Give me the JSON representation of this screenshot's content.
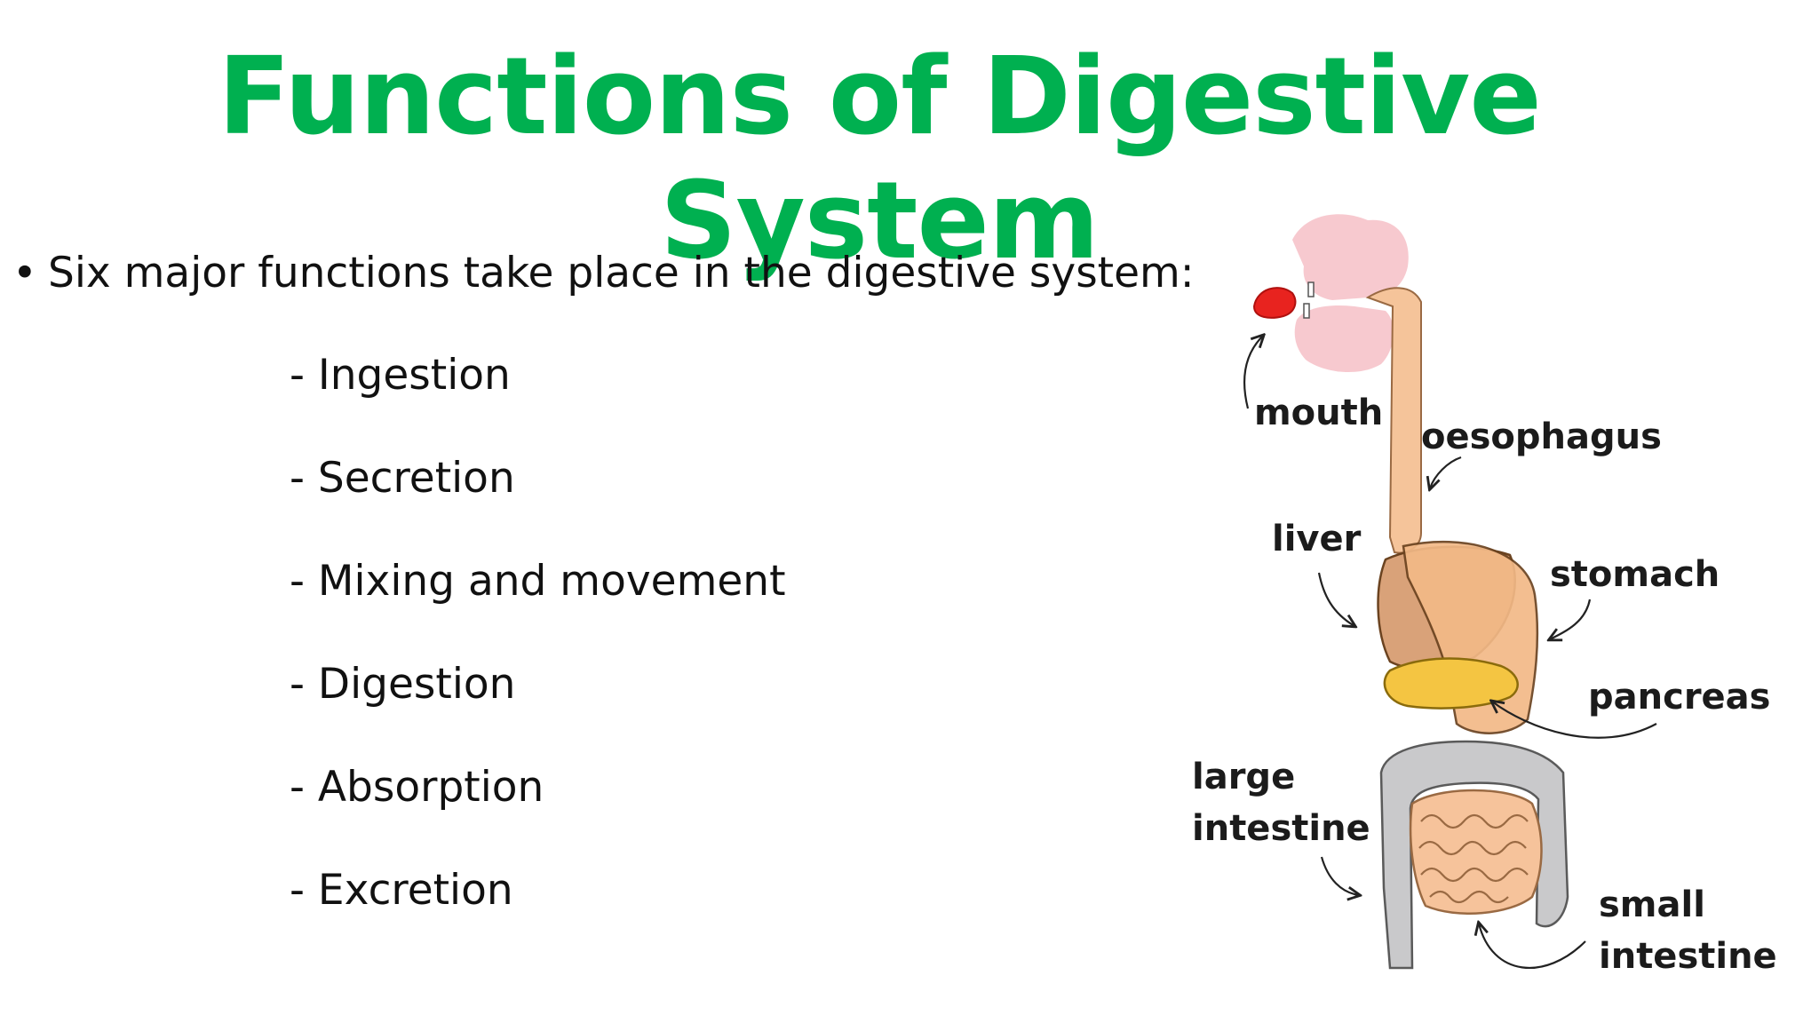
{
  "title": "Functions of Digestive System",
  "accent_color": "#00b050",
  "intro": "Six major functions take place in the digestive system:",
  "bullet_glyph": "•",
  "functions": [
    "- Ingestion",
    "- Secretion",
    "- Mixing and movement",
    "- Digestion",
    "- Absorption",
    "- Excretion"
  ],
  "diagram": {
    "labels": {
      "mouth": "mouth",
      "oesophagus": "oesophagus",
      "liver": "liver",
      "stomach": "stomach",
      "pancreas": "pancreas",
      "large_1": "large",
      "large_2": "intestine",
      "small_1": "small",
      "small_2": "intestine"
    }
  }
}
